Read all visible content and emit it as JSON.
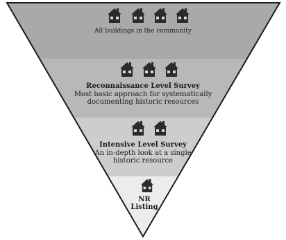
{
  "figure": {
    "levels": [
      {
        "key": "community",
        "house_count": 4,
        "title": "",
        "lines": [
          "All buildings in the community"
        ]
      },
      {
        "key": "reconnaissance",
        "house_count": 3,
        "title": "Reconnaissance Level Survey",
        "lines": [
          "Most basic approach for systematically",
          "documenting historic resources"
        ]
      },
      {
        "key": "intensive",
        "house_count": 2,
        "title": "Intensive Level Survey",
        "lines": [
          "An in-depth look at a single",
          "historic resource"
        ]
      },
      {
        "key": "nr",
        "house_count": 1,
        "title": "NR",
        "lines": [
          "Listing"
        ]
      }
    ],
    "colors": {
      "band_1": "#a9a9a9",
      "band_2": "#b8b8b8",
      "band_3": "#cdcdcd",
      "band_4": "#ececec",
      "outline": "#1a1a1a",
      "house": "#2b2b2b",
      "window": "#d8d8d8"
    },
    "icon_name": "house-icon"
  }
}
